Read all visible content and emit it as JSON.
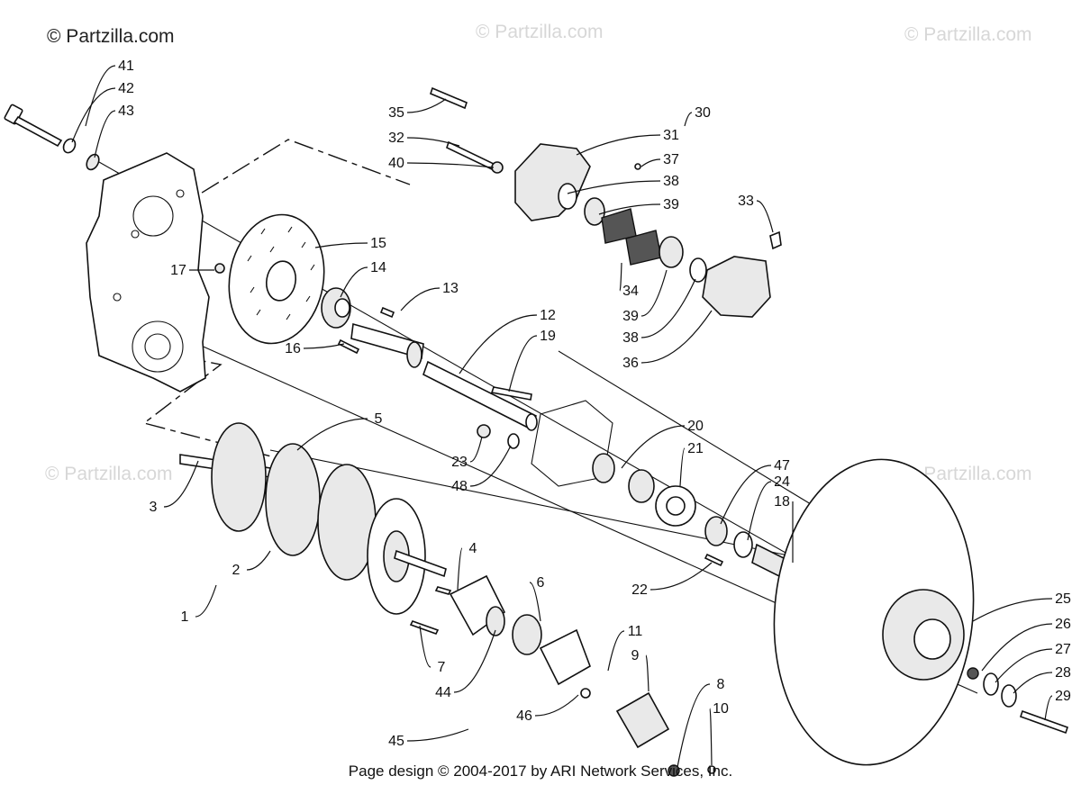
{
  "watermarks": {
    "top_left": "© Partzilla.com",
    "top_center": "© Partzilla.com",
    "top_right": "© Partzilla.com",
    "mid_left": "© Partzilla.com",
    "mid_right": "© Partzilla.com"
  },
  "footer": "Page design © 2004-2017 by ARI Network Services, Inc.",
  "callouts": [
    "41",
    "42",
    "43",
    "35",
    "32",
    "40",
    "31",
    "37",
    "38",
    "39",
    "30",
    "33",
    "15",
    "14",
    "17",
    "13",
    "16",
    "34",
    "39",
    "38",
    "36",
    "12",
    "19",
    "5",
    "3",
    "23",
    "48",
    "20",
    "21",
    "47",
    "24",
    "18",
    "2",
    "1",
    "4",
    "22",
    "6",
    "25",
    "26",
    "27",
    "28",
    "29",
    "7",
    "44",
    "11",
    "9",
    "45",
    "46",
    "8",
    "10"
  ]
}
